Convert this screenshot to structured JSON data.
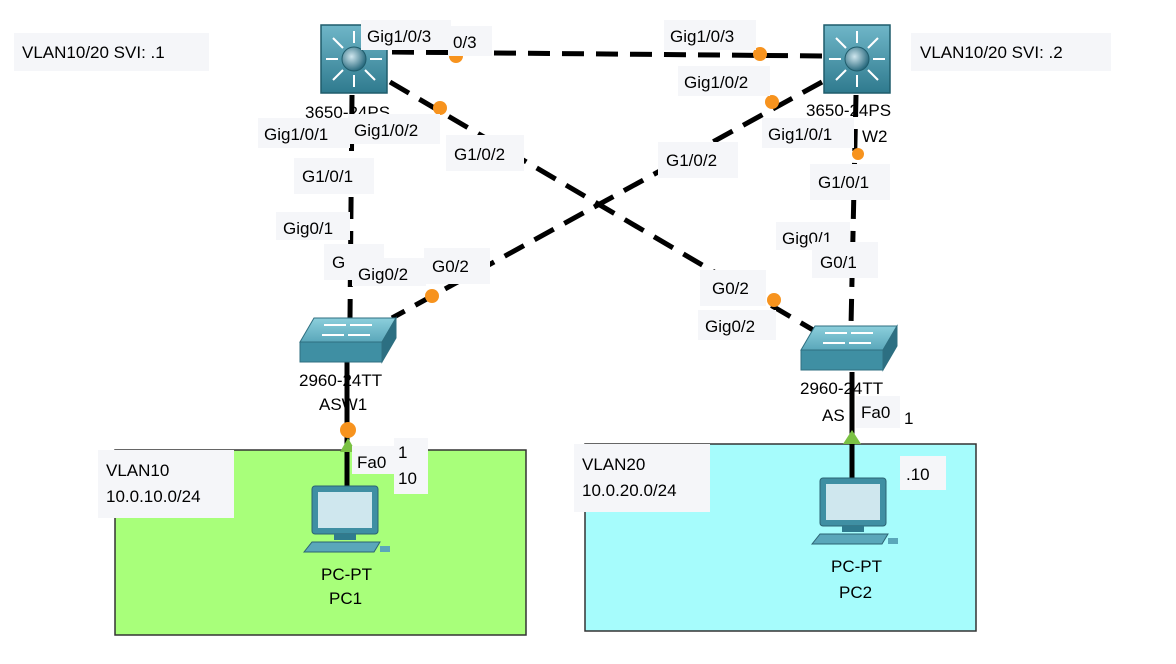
{
  "colors": {
    "vlan10_area": "#a8ff7a",
    "vlan20_area": "#a6fcfc",
    "device_blue": "#3f8fa3",
    "link": "#000000",
    "port_down": "#f7931e",
    "port_up": "#7ac143",
    "label_bg": "#f5f6f9"
  },
  "notes": {
    "left_svi": "VLAN10/20 SVI: .1",
    "right_svi": "VLAN10/20 SVI: .2"
  },
  "areas": {
    "vlan10": {
      "name": "VLAN10",
      "subnet": "10.0.10.0/24"
    },
    "vlan20": {
      "name": "VLAN20",
      "subnet": "10.0.20.0/24"
    }
  },
  "devices": {
    "dsw1": {
      "model": "3650-24PS",
      "icon": "multilayer-switch-icon"
    },
    "dsw2": {
      "model": "3650-24PS",
      "name_fragment": "W2",
      "icon": "multilayer-switch-icon"
    },
    "asw1": {
      "model": "2960-24TT",
      "name": "ASW1",
      "icon": "switch-icon"
    },
    "asw2": {
      "model": "2960-24TT",
      "name_fragment": "AS",
      "icon": "switch-icon"
    },
    "pc1": {
      "model": "PC-PT",
      "name": "PC1",
      "icon": "pc-icon"
    },
    "pc2": {
      "model": "PC-PT",
      "name": "PC2",
      "icon": "pc-icon"
    }
  },
  "port_labels": {
    "dsw1_g103": "Gig1/0/3",
    "dsw1_g103_partial": "0/3",
    "dsw2_g103": "Gig1/0/3",
    "dsw2_g102": "Gig1/0/2",
    "dsw1_g101": "Gig1/0/1",
    "dsw1_g102": "Gig1/0/2",
    "dsw2_g101": "Gig1/0/1",
    "cross_g102_a": "G1/0/2",
    "cross_g102_b": "G1/0/2",
    "asw1_up_g101": "G1/0/1",
    "asw2_up_g101": "G1/0/1",
    "asw1_gig01": "Gig0/1",
    "asw1_g0_partial": "G",
    "asw1_gig02": "Gig0/2",
    "asw1_g02": "G0/2",
    "asw2_g02": "G0/2",
    "asw2_gig02": "Gig0/2",
    "asw2_gig01": "Gig0/1",
    "asw2_g01": "G0/1",
    "asw1_fa0": "Fa0",
    "asw1_fa0_suffix": "1",
    "pc1_ip_partial": "10",
    "asw2_fa0": "Fa0",
    "asw2_fa0_suffix": "1",
    "pc2_ip": ".10"
  }
}
